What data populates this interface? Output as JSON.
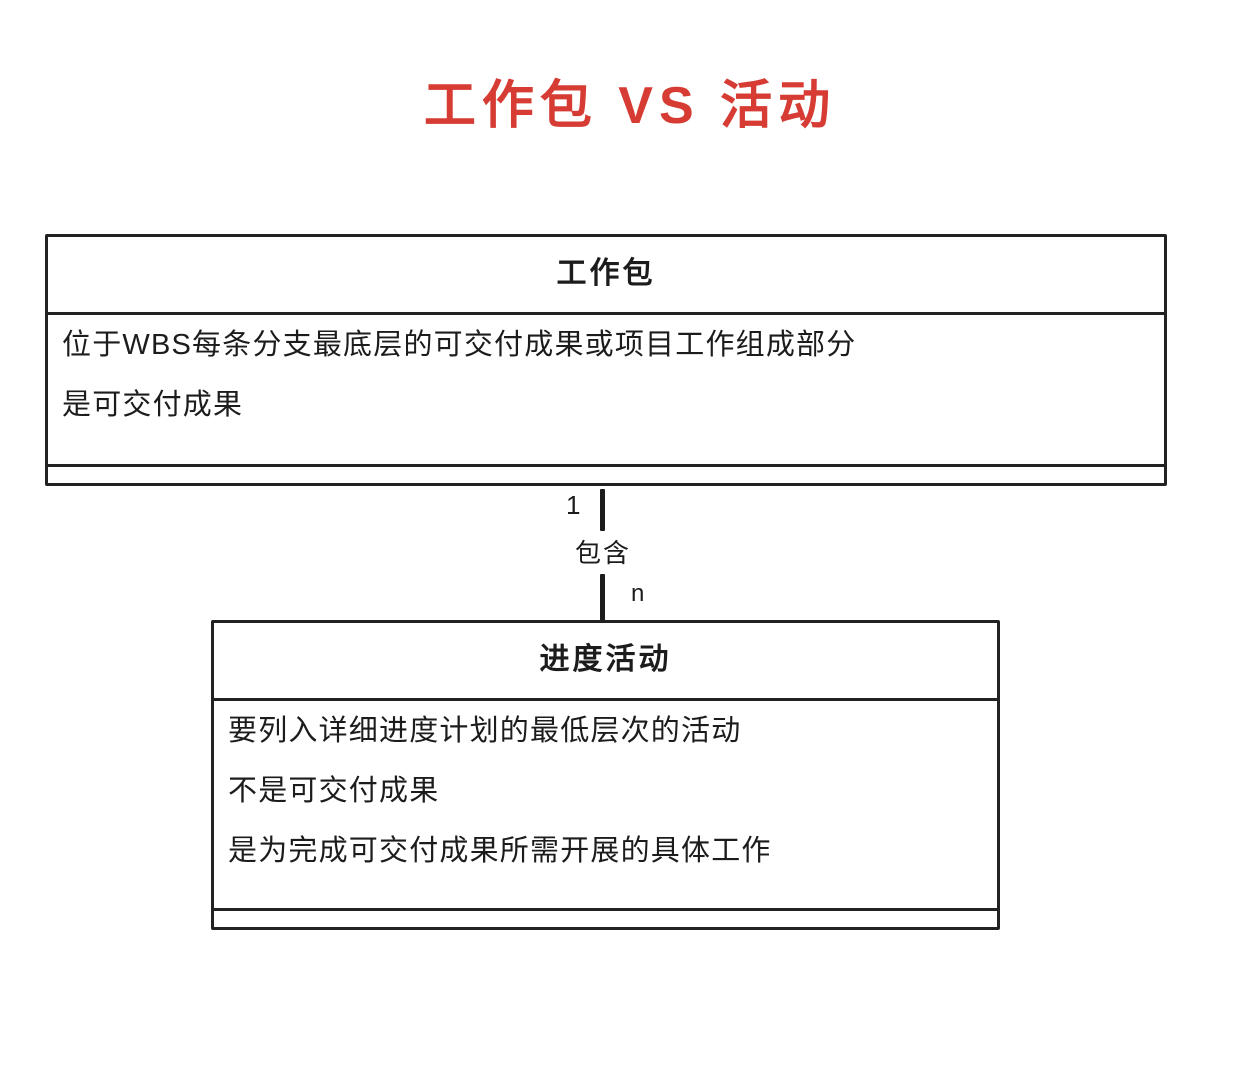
{
  "diagram": {
    "title": "工作包 VS 活动",
    "title_color": "#d63c33",
    "background_color": "#ffffff",
    "stroke_color": "#1c1c1c",
    "style": "hand-drawn UML class diagram"
  },
  "boxes": [
    {
      "id": "work-package",
      "header": "工作包",
      "lines": [
        "位于WBS每条分支最底层的可交付成果或项目工作组成部分",
        "是可交付成果"
      ]
    },
    {
      "id": "schedule-activity",
      "header": "进度活动",
      "lines": [
        "要列入详细进度计划的最低层次的活动",
        "不是可交付成果",
        "是为完成可交付成果所需开展的具体工作"
      ]
    }
  ],
  "connector": {
    "source_multiplicity": "1",
    "target_multiplicity": "n",
    "relation_label": "包含"
  }
}
